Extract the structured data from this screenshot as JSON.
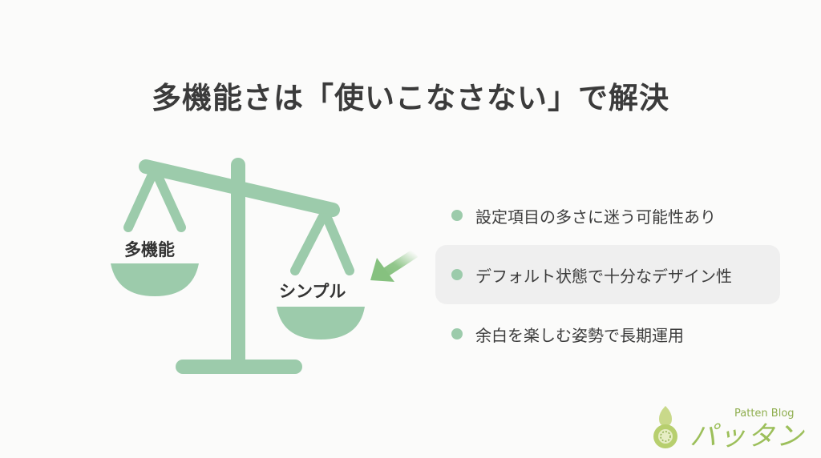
{
  "title": "多機能さは「使いこなさない」で解決",
  "scale": {
    "left_label": "多機能",
    "right_label": "シンプル",
    "color": "#9ccbab",
    "arrow_color": "#86c17f"
  },
  "points": [
    {
      "text": "設定項目の多さに迷う可能性あり",
      "highlighted": false
    },
    {
      "text": "デフォルト状態で十分なデザイン性",
      "highlighted": true
    },
    {
      "text": "余白を楽しむ姿勢で長期運用",
      "highlighted": false
    }
  ],
  "logo": {
    "name_kana": "パッタン",
    "name_en": "Patten Blog"
  }
}
